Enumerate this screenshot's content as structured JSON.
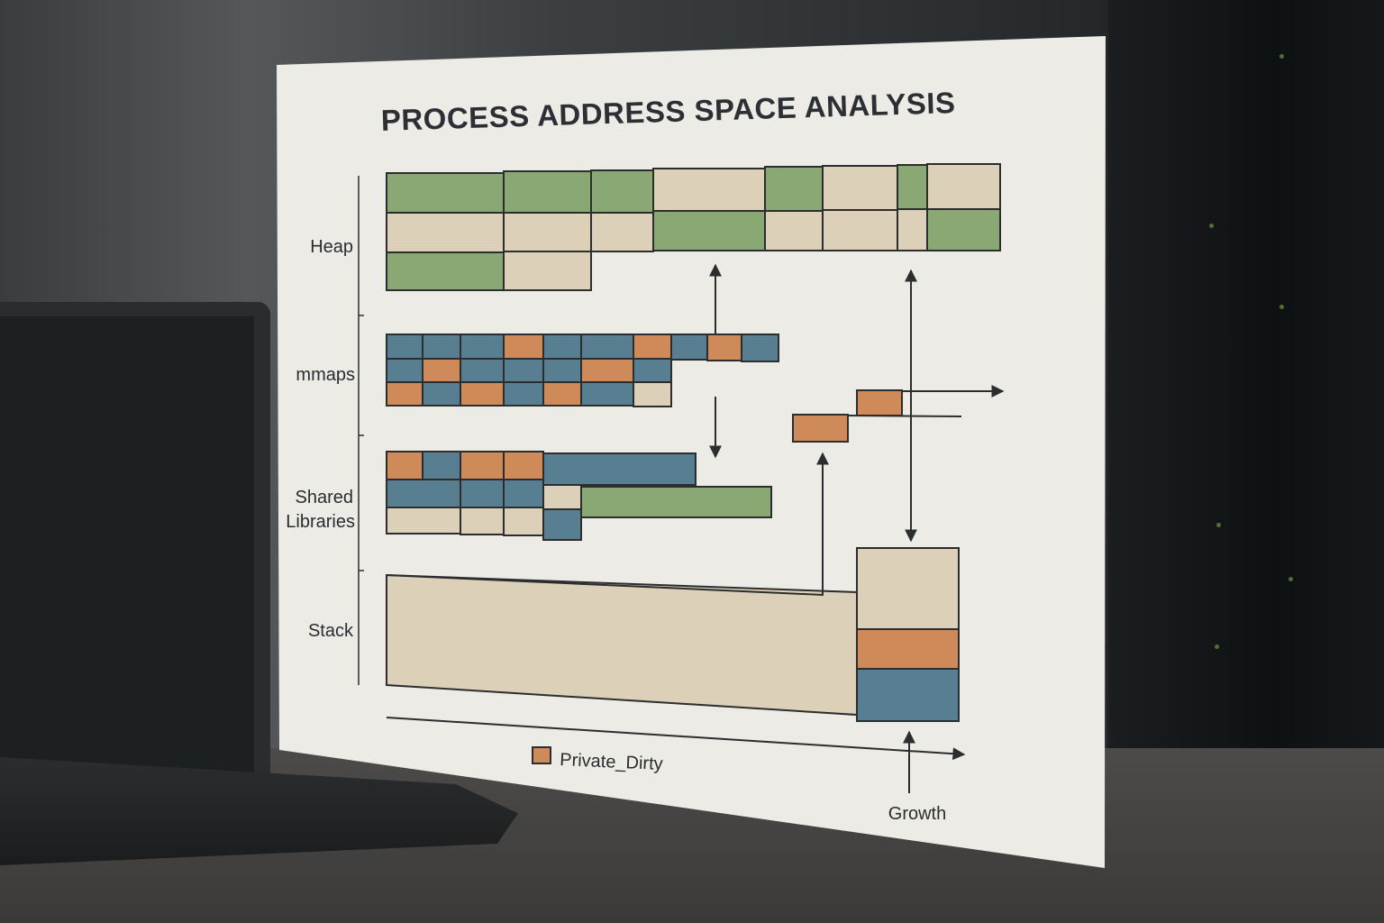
{
  "title": "PROCESS ADDRESS SPACE ANALYSIS",
  "sections": {
    "heap": "Heap",
    "mmaps": "mmaps",
    "shared_line1": "Shared",
    "shared_line2": "Libraries",
    "stack": "Stack"
  },
  "legend": {
    "private_dirty": "Private_Dirty"
  },
  "growth_label": "Growth",
  "colors": {
    "green": "#8aa874",
    "beige": "#ddd0b8",
    "blue": "#587f91",
    "orange": "#cf8a5a",
    "paper": "#ecebe6"
  }
}
